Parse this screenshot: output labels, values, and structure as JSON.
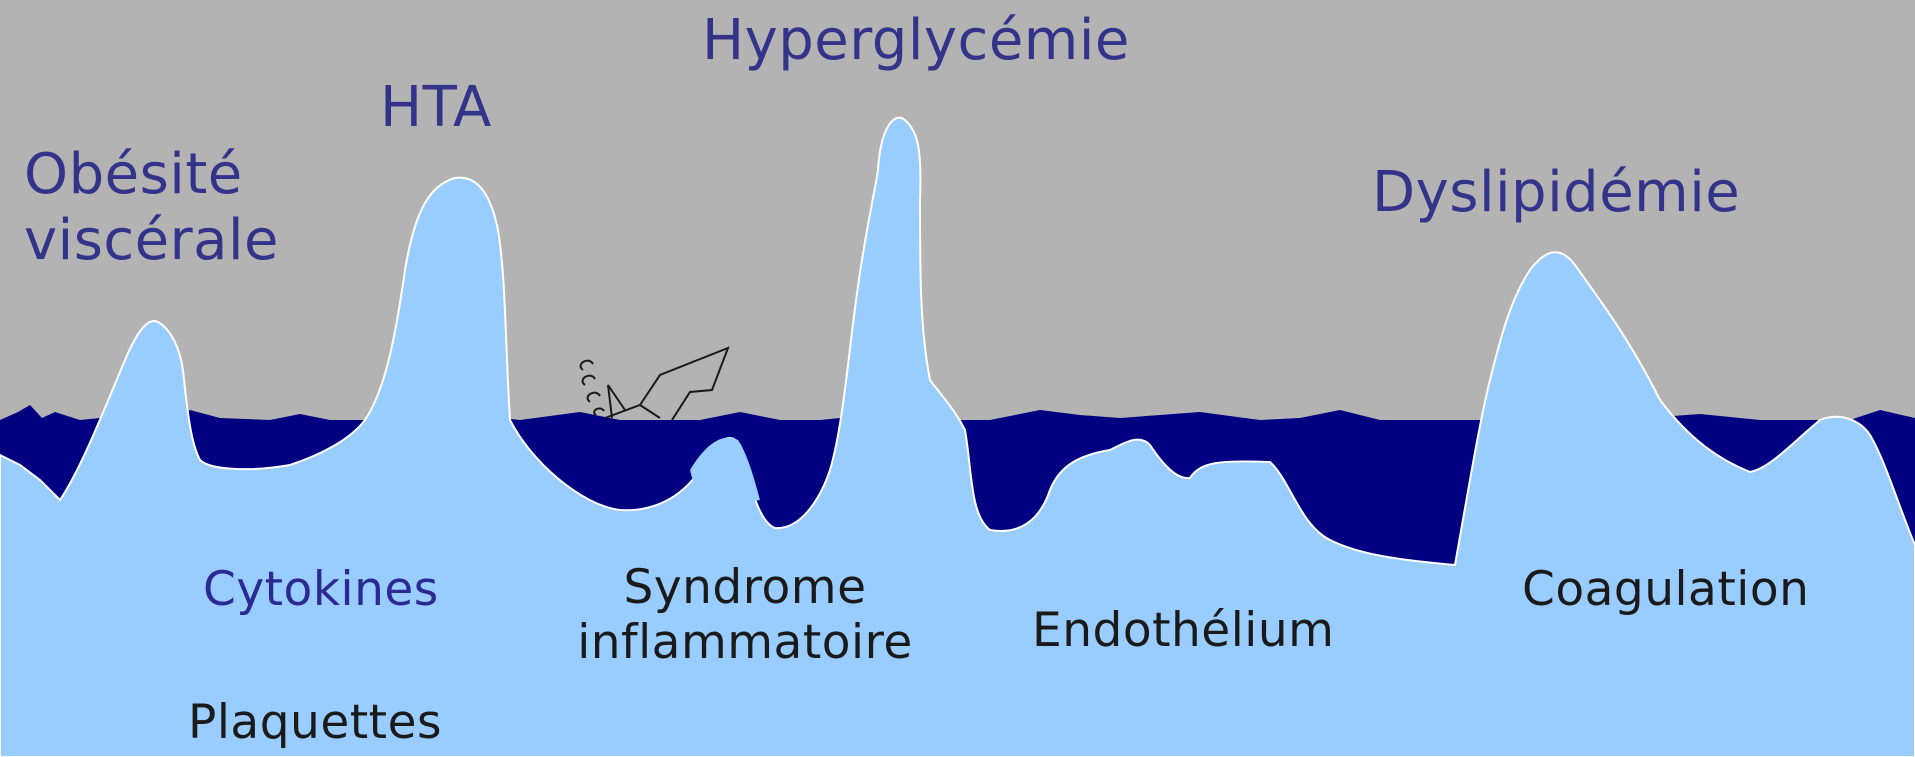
{
  "colors": {
    "sky": "#b3b3b3",
    "water": "#000080",
    "iceberg": "#99ccff",
    "above_text": "#33338a",
    "below_text_dark": "#1a1a1a",
    "below_text_blue": "#2a2a92"
  },
  "above_water": {
    "obesite_line1": "Obésité",
    "obesite_line2": "viscérale",
    "hta": "HTA",
    "hyperglycemie": "Hyperglycémie",
    "dyslipidemie": "Dyslipidémie"
  },
  "below_water": {
    "cytokines": "Cytokines",
    "plaquettes": "Plaquettes",
    "syndrome_line1": "Syndrome",
    "syndrome_line2": "inflammatoire",
    "endothelium": "Endothélium",
    "coagulation": "Coagulation"
  },
  "icons": {
    "boat": "sinking-boat-icon"
  }
}
